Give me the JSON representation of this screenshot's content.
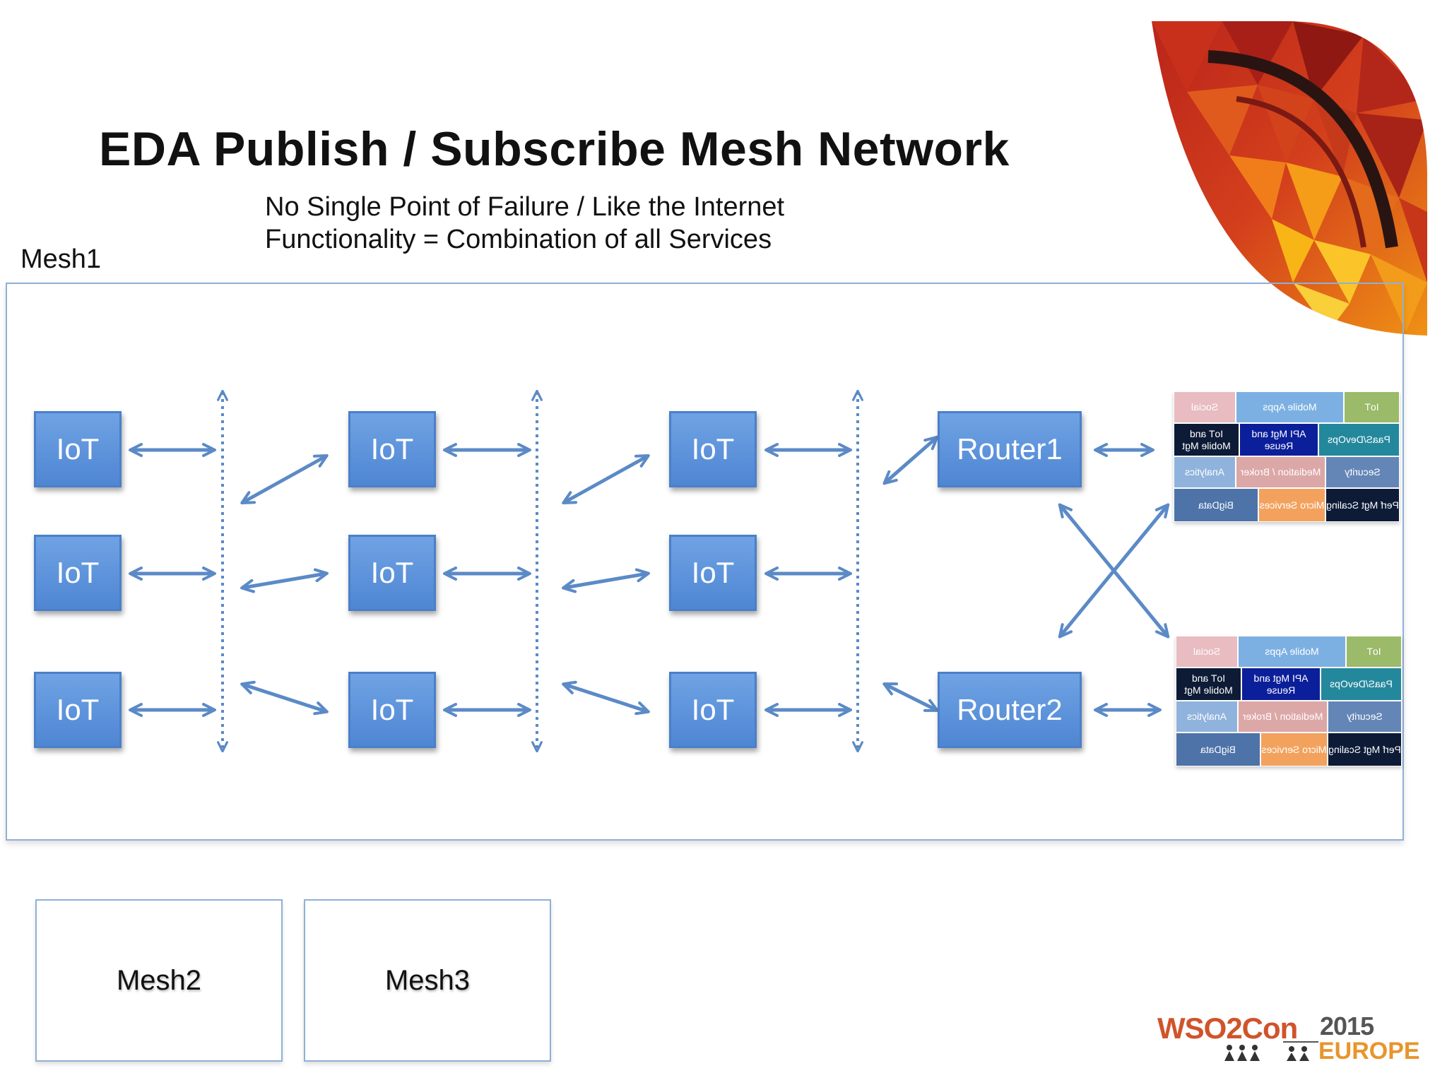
{
  "slide": {
    "title": "EDA Publish / Subscribe Mesh Network",
    "subtitle_line1": "No Single Point of Failure / Like the Internet",
    "subtitle_line2": "Functionality = Combination of all Services",
    "mesh1_label": "Mesh1"
  },
  "nodes": {
    "iot": "IoT",
    "router1": "Router1",
    "router2": "Router2"
  },
  "service_tiles": {
    "iot": "IoT",
    "mobile_apps": "Mobile Apps",
    "social": "Social",
    "paas_devops": "PaaS/DevOps",
    "api_mgt_reuse": "API Mgt and Reuse",
    "iot_mobile_mgt": "IoT and Mobile Mgt",
    "security": "Security",
    "mediation_broker": "Mediation / Broker",
    "analytics": "Analytics",
    "perf_mgt_scaling": "Perf Mgt Scaling",
    "micro_services": "Micro Services",
    "bigdata": "BigData"
  },
  "other_meshes": {
    "mesh2": "Mesh2",
    "mesh3": "Mesh3"
  },
  "logo": {
    "brand": "WSO2Con",
    "year": "2015",
    "region": "EUROPE"
  },
  "colors": {
    "node_blue": "#5b8fd8",
    "connector_blue": "#5b8ac6",
    "frame_border": "#8fb0d6",
    "logo_orange": "#d0542b",
    "europe_amber": "#e8952c"
  }
}
